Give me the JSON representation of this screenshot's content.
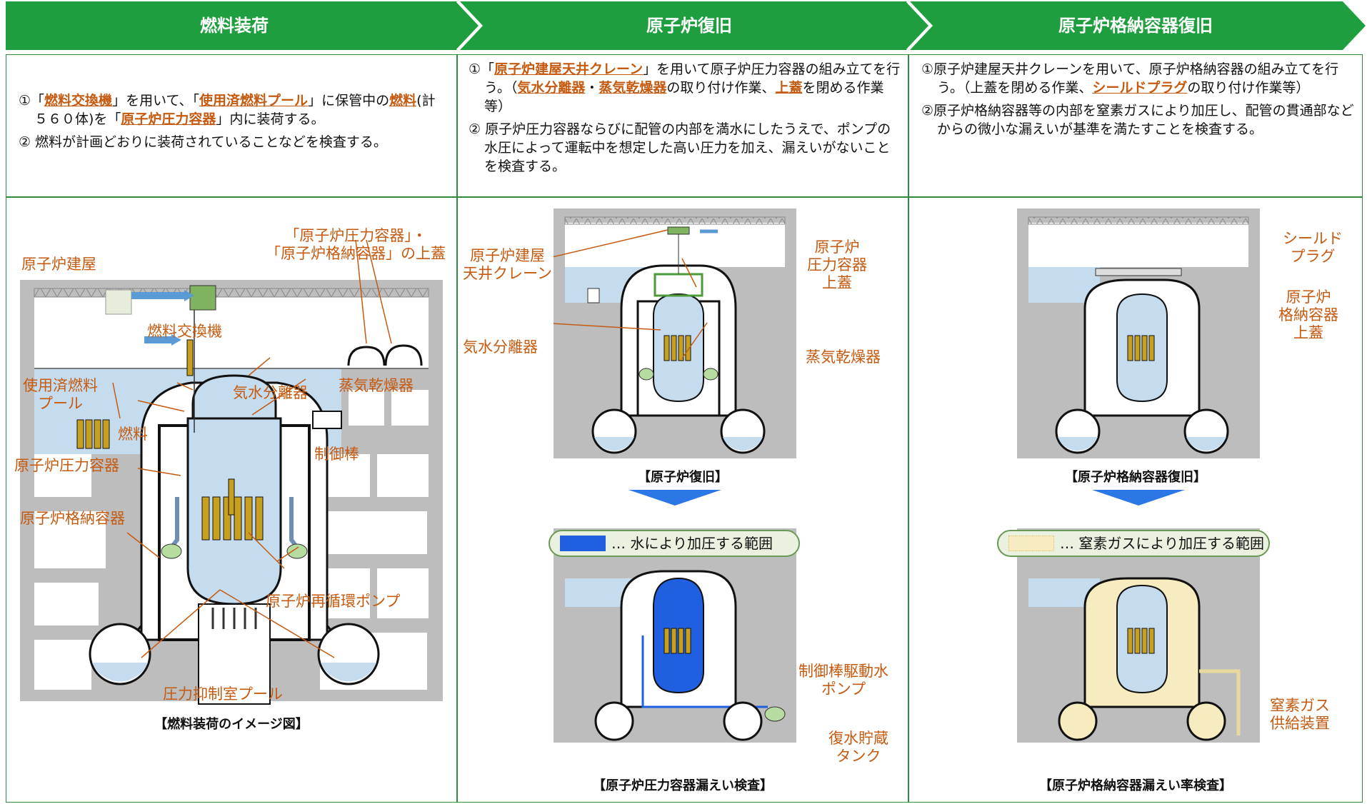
{
  "headers": [
    "燃料装荷",
    "原子炉復旧",
    "原子炉格納容器復旧"
  ],
  "colors": {
    "header_green": "#1e9e3e",
    "label_orange": "#c55a11",
    "water_blue": "#c5dcef",
    "pressure_blue": "#1f5fe0",
    "nitrogen_yellow": "#f7ecbf"
  },
  "col1": {
    "desc": [
      [
        "①「",
        {
          "h": "燃料交換機"
        },
        "」を用いて、「",
        {
          "h": "使用済燃料プール"
        },
        "」に保管中の",
        {
          "h": "燃料"
        },
        "(計５６０体)を「",
        {
          "h": "原子炉圧力容器"
        },
        "」内に装荷する。"
      ],
      [
        "② 燃料が計画どおりに装荷されていることなどを検査する。"
      ]
    ],
    "labels": {
      "upper_lid": "「原子炉圧力容器」・\n「原子炉格納容器」の上蓋",
      "building": "原子炉建屋",
      "fuel_machine": "燃料交換機",
      "spent_pool": "使用済燃料\nプール",
      "separator": "気水分離器",
      "dryer": "蒸気乾燥器",
      "fuel": "燃料",
      "rpv": "原子炉圧力容器",
      "control_rod": "制御棒",
      "pcv": "原子炉格納容器",
      "recirc_pump": "原子炉再循環ポンプ",
      "suppression_pool": "圧力抑制室プール"
    },
    "caption": "【燃料装荷のイメージ図】"
  },
  "col2": {
    "desc": [
      [
        "①「",
        {
          "h": "原子炉建屋天井クレーン"
        },
        "」を用いて原子炉圧力容器の組み立てを行う。（",
        {
          "h": "気水分離器"
        },
        "・",
        {
          "h": "蒸気乾燥器"
        },
        "の取り付け作業、",
        {
          "h": "上蓋"
        },
        "を閉める作業等）"
      ],
      [
        "② 原子炉圧力容器ならびに配管の内部を満水にしたうえで、ポンプの水圧によって運転中を想定した高い圧力を加え、漏えいがないことを検査する。"
      ]
    ],
    "labels": {
      "crane": "原子炉建屋\n天井クレーン",
      "rpv_lid": "原子炉\n圧力容器\n上蓋",
      "separator": "気水分離器",
      "dryer": "蒸気乾燥器",
      "crd_pump": "制御棒駆動水\nポンプ",
      "tank": "復水貯蔵\nタンク"
    },
    "caption_top": "【原子炉復旧】",
    "legend": "… 水により加圧する範囲",
    "caption_bottom": "【原子炉圧力容器漏えい検査】"
  },
  "col3": {
    "desc": [
      [
        "①原子炉建屋天井クレーンを用いて、原子炉格納容器の組み立てを行う。（上蓋を閉める作業、",
        {
          "h": "シールドプラグ"
        },
        "の取り付け作業等）"
      ],
      [
        "②原子炉格納容器等の内部を窒素ガスにより加圧し、配管の貫通部などからの微小な漏えいが基準を満たすことを検査する。"
      ]
    ],
    "labels": {
      "shield_plug": "シールド\nプラグ",
      "pcv_lid": "原子炉\n格納容器\n上蓋",
      "n2_supply": "窒素ガス\n供給装置"
    },
    "caption_top": "【原子炉格納容器復旧】",
    "legend": "… 窒素ガスにより加圧する範囲",
    "caption_bottom": "【原子炉格納容器漏えい率検査】"
  }
}
